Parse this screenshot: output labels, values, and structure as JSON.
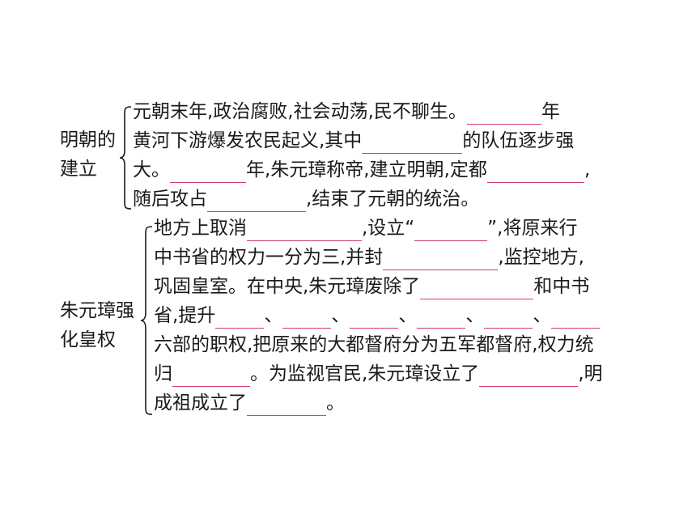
{
  "section1": {
    "label_line1": "明朝的",
    "label_line2": "建立",
    "lines": [
      [
        "元朝末年,政治腐败,社会动荡,民不聊生。",
        "",
        "年"
      ],
      [
        "黄河下游爆发农民起义,其中",
        "",
        "的队伍逐步强"
      ],
      [
        "大。",
        "",
        "年,朱元璋称帝,建立明朝,定都",
        "",
        ","
      ],
      [
        "随后攻占",
        "",
        ",结束了元朝的统治。"
      ]
    ]
  },
  "section2": {
    "label_line1": "朱元璋强",
    "label_line2": "化皇权",
    "lines": [
      [
        "地方上取消",
        "",
        ",设立“",
        "",
        "”,将原来行"
      ],
      [
        "中书省的权力一分为三,并封",
        "",
        ",监控地方,"
      ],
      [
        "巩固皇室。在中央,朱元璋废除了",
        "",
        "和中书"
      ],
      [
        "省,提升",
        "",
        "、",
        "",
        "、",
        "",
        "、",
        "",
        "、",
        "",
        "、",
        ""
      ],
      [
        "六部的职权,把原来的大都督府分为五军都督府,权力统"
      ],
      [
        "归",
        "",
        "。为监视官民,朱元璋设立了",
        "",
        ",明"
      ],
      [
        "成祖成立了",
        "",
        "。"
      ]
    ]
  },
  "colors": {
    "blank_line": "#d23a7a",
    "text": "#1a1a1a"
  }
}
